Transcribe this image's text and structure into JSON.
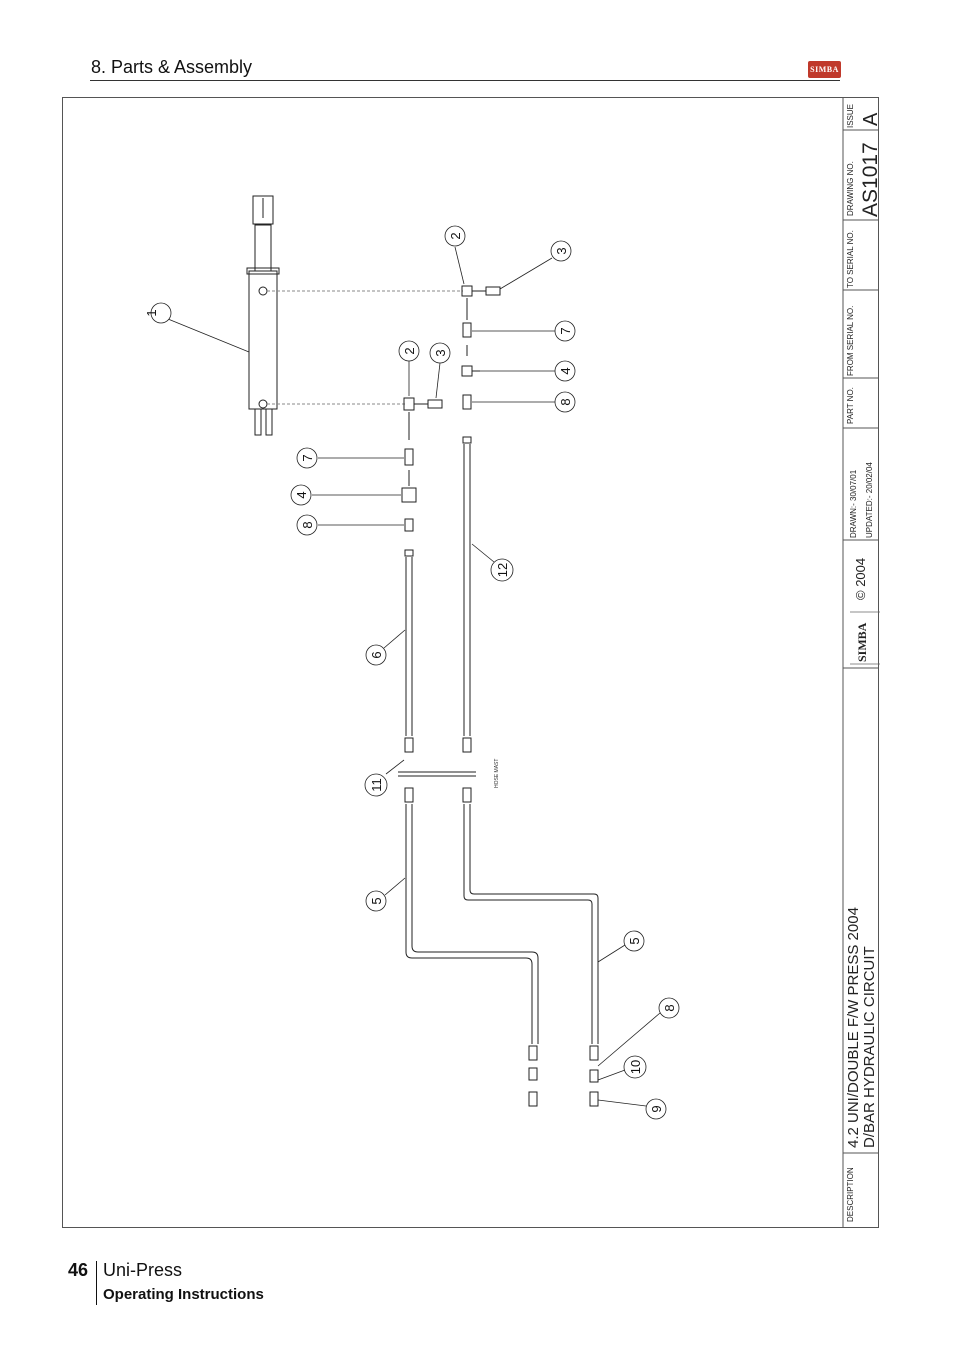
{
  "header": {
    "title": "8. Parts & Assembly",
    "logo_text": "SIMBA"
  },
  "title_block": {
    "issue_label": "ISSUE",
    "issue_value": "A",
    "drawing_no_label": "DRAWING NO.",
    "drawing_no_value": "AS1017",
    "to_serial_label": "TO SERIAL NO.",
    "from_serial_label": "FROM SERIAL NO.",
    "part_no_label": "PART NO.",
    "drawn": "DRAWN:-   30/07/01",
    "updated": "UPDATED:-  20/02/04",
    "copyright": "© 2004",
    "brand": "SIMBA",
    "description_label": "DESCRIPTION",
    "description_line1": "4.2 UNI/DOUBLE F/W PRESS 2004",
    "description_line2": "D/BAR HYDRAULIC CIRCUIT"
  },
  "diagram": {
    "annotation": "HOSE MAST",
    "balloons": [
      "1",
      "2",
      "3",
      "7",
      "4",
      "8",
      "2",
      "3",
      "7",
      "4",
      "8",
      "12",
      "6",
      "11",
      "5",
      "5",
      "8",
      "10",
      "9"
    ]
  },
  "footer": {
    "page_number": "46",
    "product": "Uni-Press",
    "subtitle": "Operating Instructions"
  }
}
